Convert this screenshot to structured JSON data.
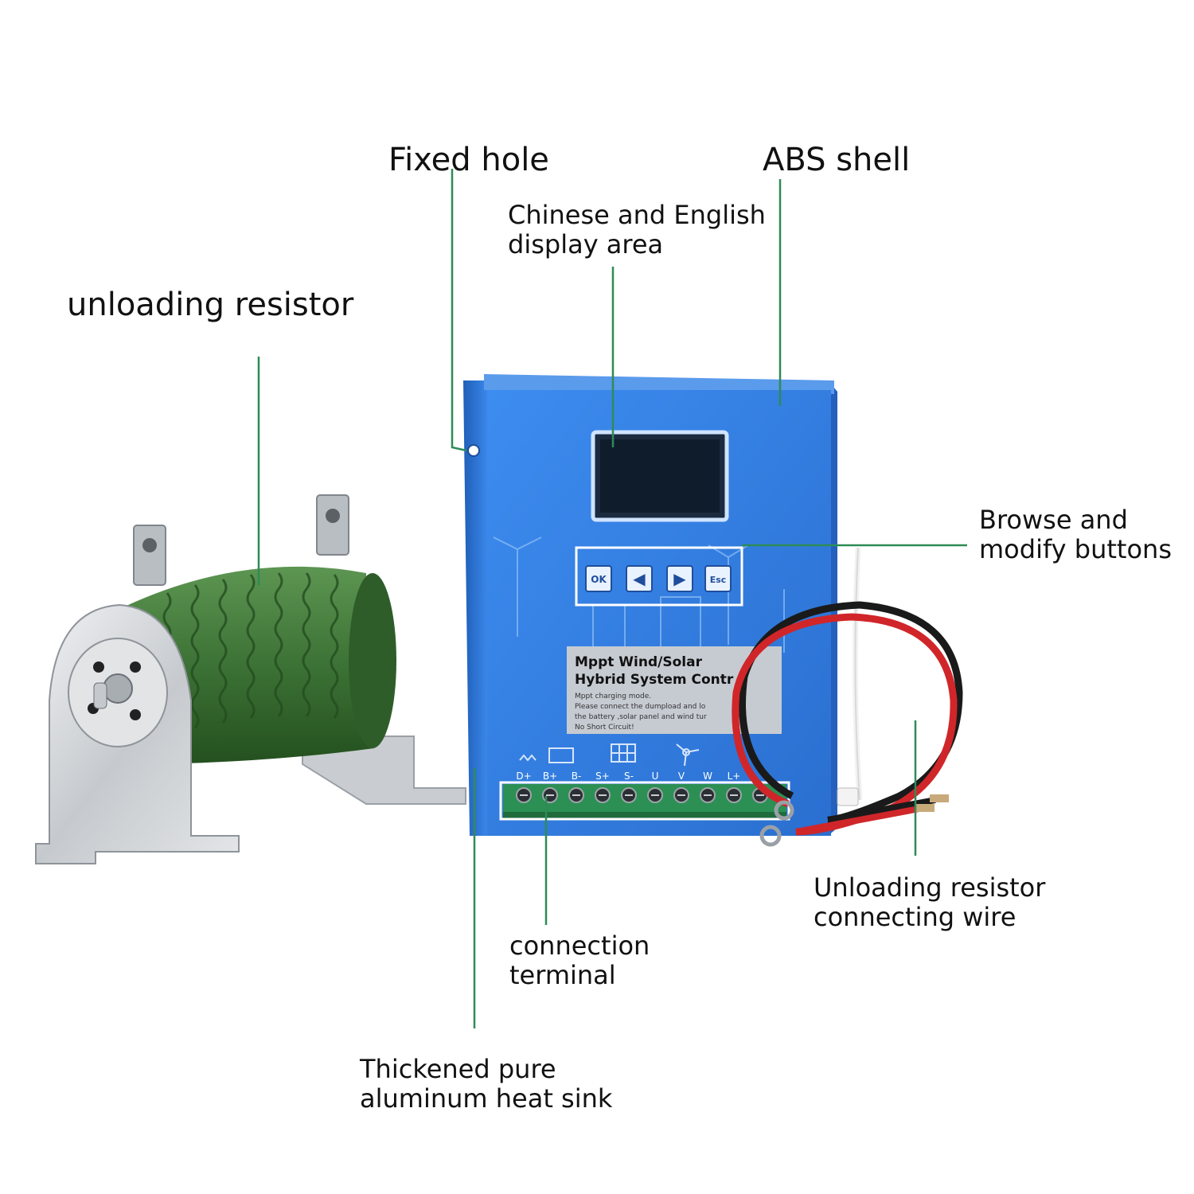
{
  "callouts": {
    "fixed_hole": "Fixed hole",
    "abs_shell": "ABS shell",
    "display_line1": "Chinese and English",
    "display_line2": "display area",
    "unloading_resistor": "unloading resistor",
    "buttons_line1": "Browse and",
    "buttons_line2": "modify buttons",
    "wire_line1": "Unloading resistor",
    "wire_line2": "connecting wire",
    "terminal_line1": "connection",
    "terminal_line2": "terminal",
    "heatsink_line1": "Thickened pure",
    "heatsink_line2": "aluminum heat sink"
  },
  "controller": {
    "buttons": [
      "OK",
      "◀",
      "▶",
      "Esc"
    ],
    "panel_title1": "Mppt Wind/Solar",
    "panel_title2": "Hybrid System Contr",
    "panel_text1": "Mppt charging mode.",
    "panel_text2": "Please connect the dumpload and lo",
    "panel_text3": "the battery ,solar panel and wind tur",
    "panel_text4": "No Short Circuit!",
    "terminals": [
      "D+",
      "B+",
      "B-",
      "S+",
      "S-",
      "U",
      "V",
      "W",
      "L+"
    ]
  },
  "colors": {
    "leader_line": "#2e8b57",
    "controller_blue": "#2f7fe0",
    "resistor_green": "#3f7a3a",
    "wire_red": "#d0262a",
    "wire_black": "#1a1a1a"
  }
}
